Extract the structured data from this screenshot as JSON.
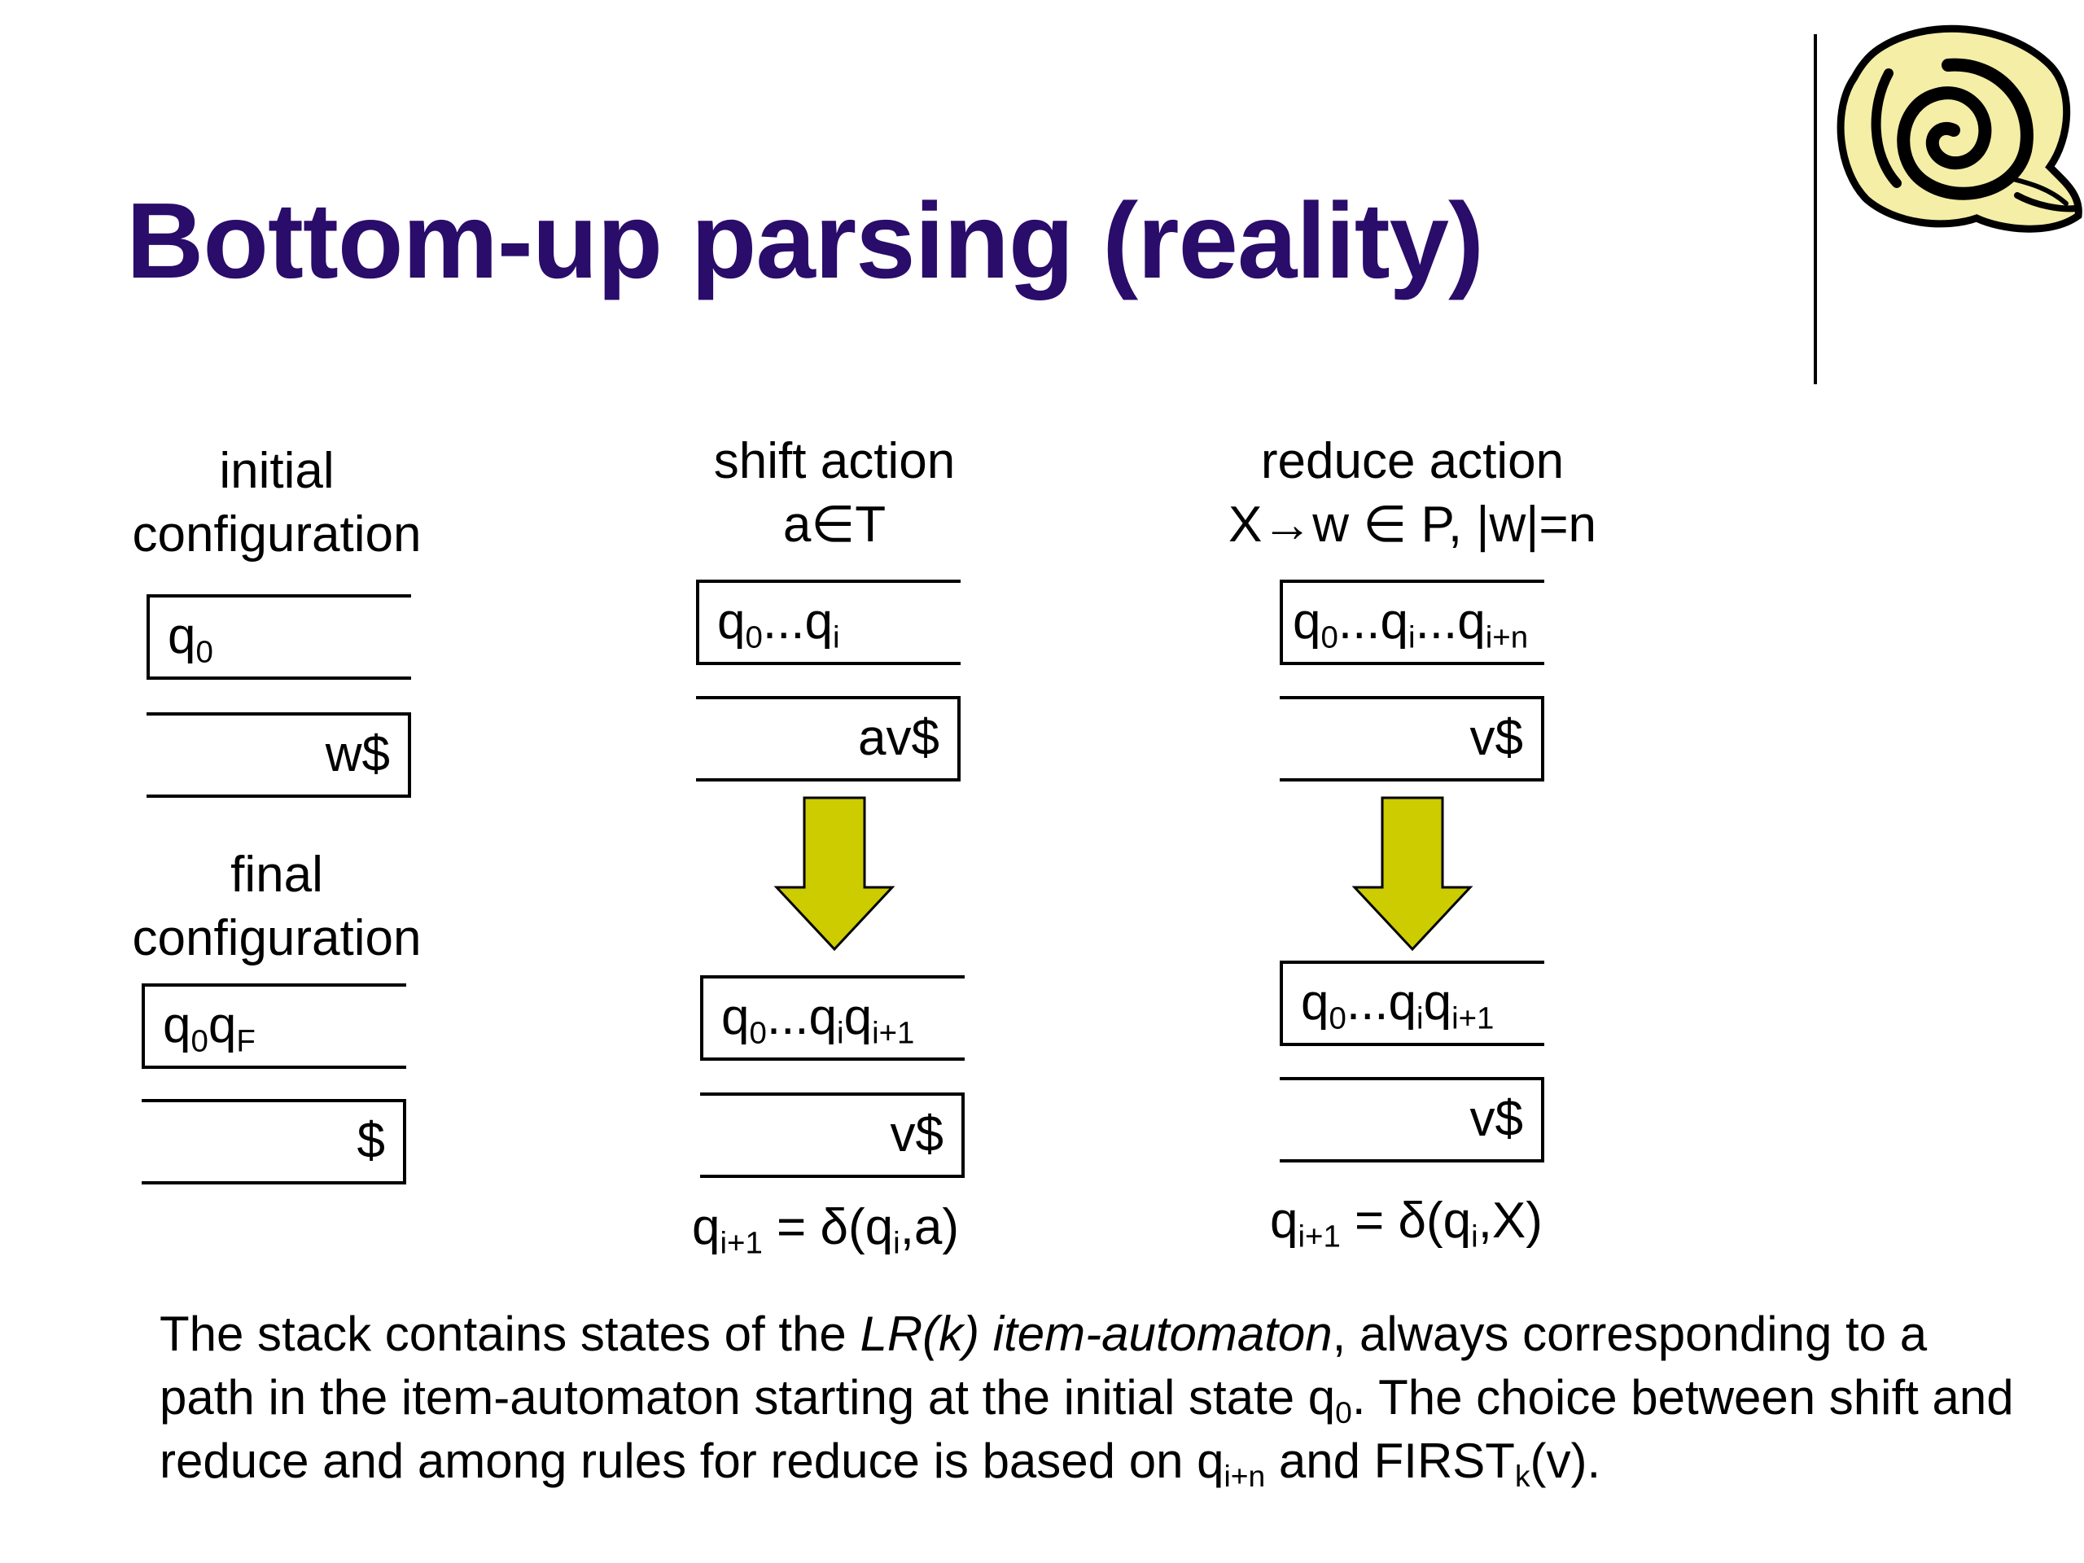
{
  "slide": {
    "title": "Bottom-up parsing (reality)"
  },
  "initial": {
    "label_line1": "initial",
    "label_line2": "configuration",
    "stack_q": "q",
    "stack_sub": "0",
    "input": "w$"
  },
  "final": {
    "label_line1": "final",
    "label_line2": "configuration",
    "stack_q1": "q",
    "stack_sub1": "0",
    "stack_q2": "q",
    "stack_sub2": "F",
    "input": "$"
  },
  "shift": {
    "label_line1": "shift action",
    "label_line2": "a∈T",
    "before_stack": {
      "q0": "q",
      "s0": "0",
      "dots": "...",
      "qi": "q",
      "si": "i"
    },
    "before_input": "av$",
    "after_stack": {
      "q0": "q",
      "s0": "0",
      "dots": "...",
      "qi": "q",
      "si": "i",
      "qn": "q",
      "sn": "i+1"
    },
    "after_input": "v$",
    "formula": {
      "q": "q",
      "sub": "i+1",
      "eq": " = δ(q",
      "sub2": "i",
      "rest": ",a)"
    }
  },
  "reduce": {
    "label_line1": "reduce action",
    "label_line2": "X→w ∈ P, |w|=n",
    "before_stack": {
      "q0": "q",
      "s0": "0",
      "dots1": "...",
      "qi": "q",
      "si": "i",
      "dots2": "...",
      "qn": "q",
      "sn": "i+n"
    },
    "before_input": "v$",
    "after_stack": {
      "q0": "q",
      "s0": "0",
      "dots": "...",
      "qi": "q",
      "si": "i",
      "qn": "q",
      "sn": "i+1"
    },
    "after_input": "v$",
    "formula": {
      "q": "q",
      "sub": "i+1",
      "eq": " = δ(q",
      "sub2": "i",
      "rest": ",X)"
    }
  },
  "caption": {
    "p1": "The stack contains states of the ",
    "p1_italic": "LR(k) item-automaton",
    "p2": ", always corresponding to a path in the item-automaton starting at the initial state q",
    "p2_sub": "0",
    "p3": ". The choice between shift and reduce and among rules for reduce is based on q",
    "p3_sub": "i+n",
    "p4": " and FIRST",
    "p4_sub": "k",
    "p5": "(v)."
  },
  "colors": {
    "title": "#2a0c6a",
    "arrow_fill": "#cccc00",
    "logo_fill": "#f4eea6"
  },
  "icons": {
    "logo": "rolled-scroll-icon",
    "arrow": "down-arrow-icon"
  }
}
